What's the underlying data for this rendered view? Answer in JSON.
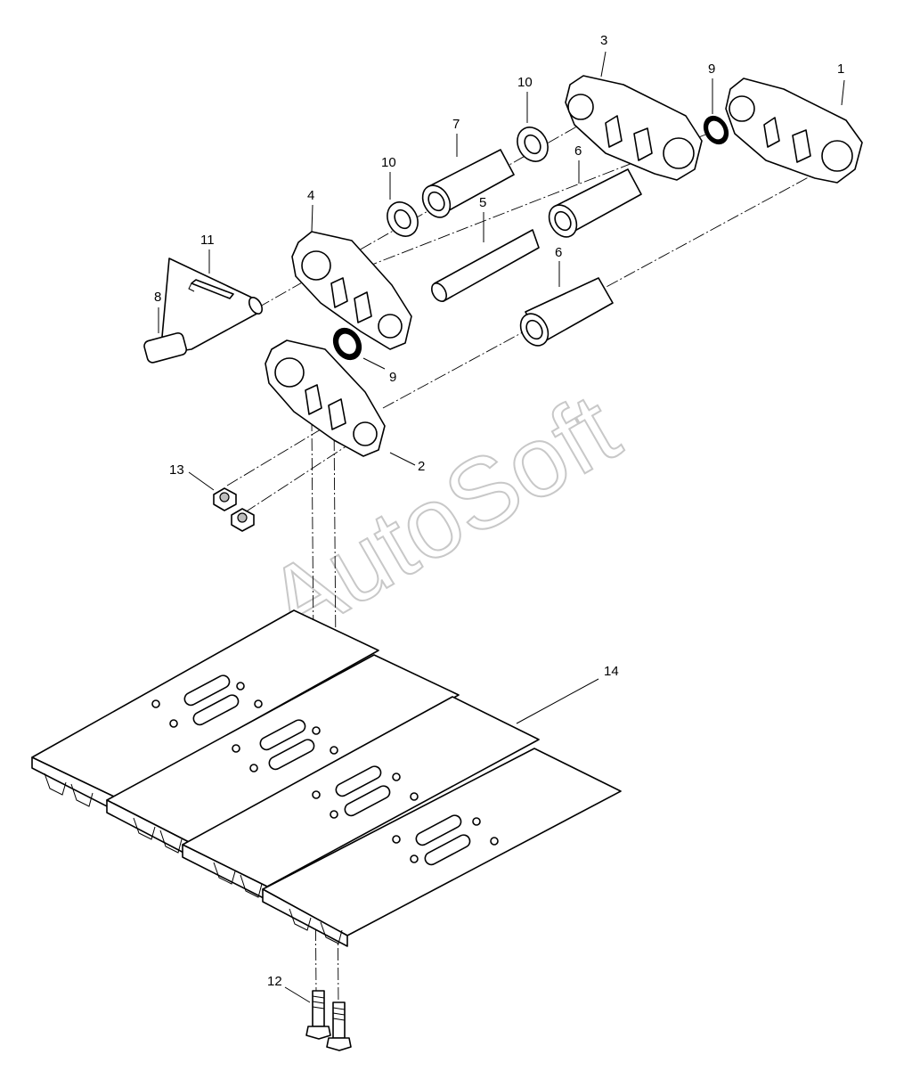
{
  "watermark": "AutoSoft",
  "callouts": [
    {
      "id": "1",
      "label": "1"
    },
    {
      "id": "2",
      "label": "2"
    },
    {
      "id": "3",
      "label": "3"
    },
    {
      "id": "4",
      "label": "4"
    },
    {
      "id": "5",
      "label": "5"
    },
    {
      "id": "6a",
      "label": "6"
    },
    {
      "id": "6b",
      "label": "6"
    },
    {
      "id": "7",
      "label": "7"
    },
    {
      "id": "8",
      "label": "8"
    },
    {
      "id": "9a",
      "label": "9"
    },
    {
      "id": "9b",
      "label": "9"
    },
    {
      "id": "10a",
      "label": "10"
    },
    {
      "id": "10b",
      "label": "10"
    },
    {
      "id": "11",
      "label": "11"
    },
    {
      "id": "12",
      "label": "12"
    },
    {
      "id": "13",
      "label": "13"
    },
    {
      "id": "14",
      "label": "14"
    }
  ]
}
